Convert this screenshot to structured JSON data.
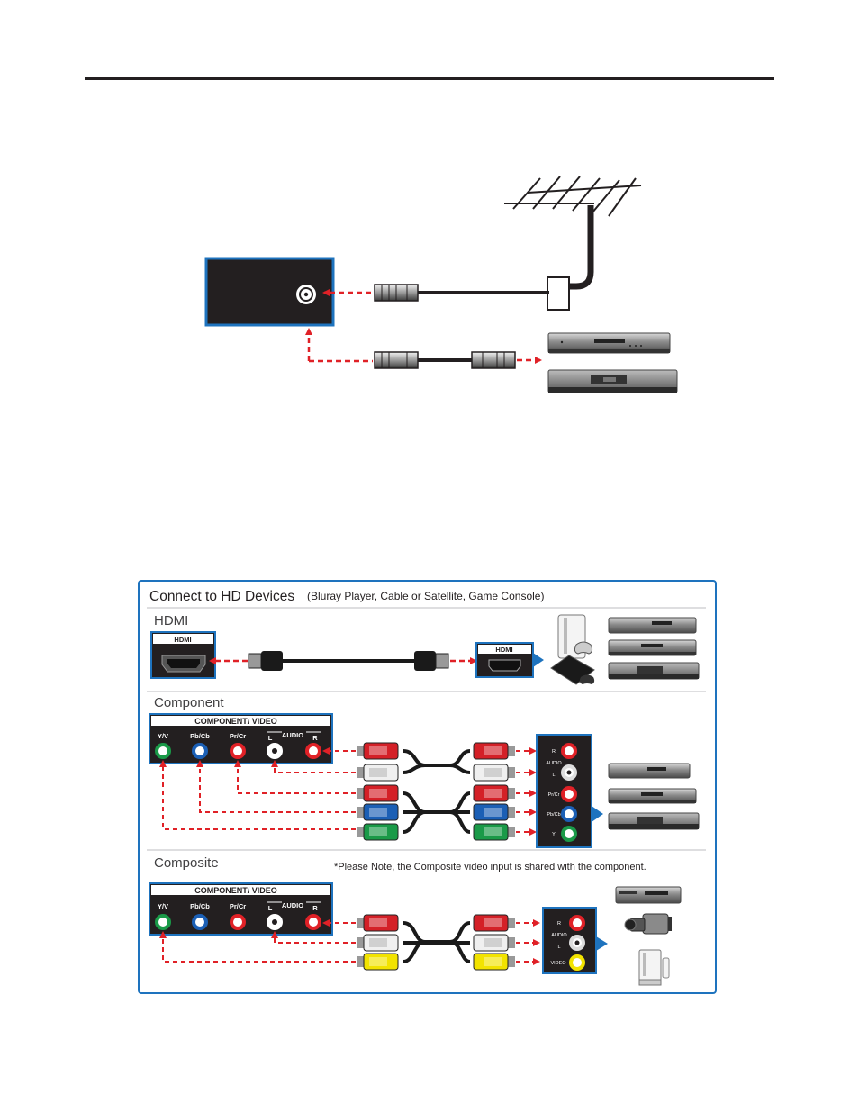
{
  "hd_panel": {
    "title": "Connect to HD Devices",
    "subtitle": "(Bluray Player, Cable or Satellite, Game Console)",
    "hdmi_section": "HDMI",
    "component_section": "Component",
    "composite_section": "Composite",
    "composite_note": "*Please Note, the Composite video input is shared with the component."
  },
  "tv_hdmi_label": "HDMI",
  "device_hdmi_label": "HDMI",
  "component_panel": {
    "header": "COMPONENT/ VIDEO",
    "jacks": [
      "Y/V",
      "Pb/Cb",
      "Pr/Cr",
      "L",
      "AUDIO",
      "R"
    ]
  },
  "composite_panel": {
    "header": "COMPONENT/ VIDEO",
    "jacks": [
      "Y/V",
      "Pb/Cb",
      "Pr/Cr",
      "L",
      "AUDIO",
      "R"
    ]
  },
  "device_component_jacks": [
    "R",
    "AUDIO",
    "L",
    "Pr/Cr",
    "Pb/Cb",
    "Y"
  ],
  "device_composite_jacks": [
    "R",
    "AUDIO",
    "L",
    "VIDEO"
  ],
  "colors": {
    "panel_border": "#1e73be",
    "panel_bg": "#231f20",
    "arrow_red": "#e02127",
    "jack_green": "#1a9a48",
    "jack_blue": "#1b5fb5",
    "jack_red": "#e02127",
    "jack_white": "#ffffff",
    "jack_yellow": "#f2e300",
    "section_rule": "#bcbec0"
  }
}
